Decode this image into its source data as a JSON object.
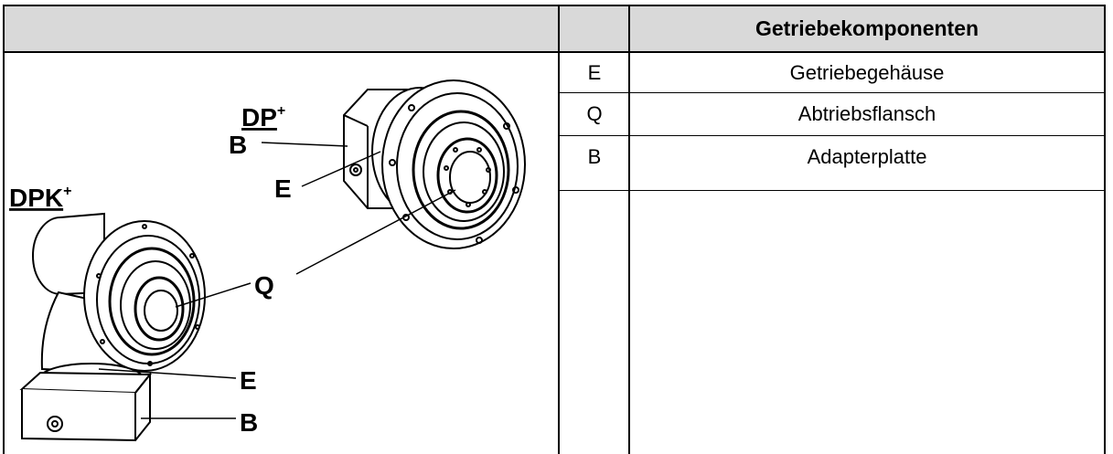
{
  "header": {
    "components_title": "Getriebekomponenten"
  },
  "rows": [
    {
      "code": "E",
      "component": "Getriebegehäuse"
    },
    {
      "code": "Q",
      "component": "Abtriebsflansch"
    },
    {
      "code": "B",
      "component": "Adapterplatte"
    }
  ],
  "figure": {
    "model_dp": "DP",
    "model_dp_sup": "+",
    "model_dpk": "DPK",
    "model_dpk_sup": "+",
    "callouts": [
      "B",
      "E",
      "Q",
      "E",
      "B"
    ]
  }
}
